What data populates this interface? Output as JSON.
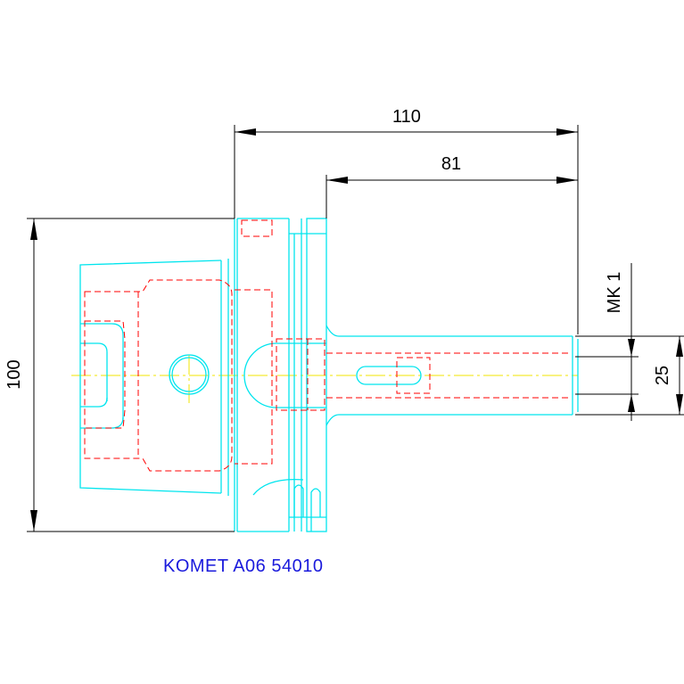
{
  "caption": "KOMET A06 54010",
  "dimensions": {
    "overall_length": "110",
    "shank_length": "81",
    "height": "100",
    "taper": "MK 1",
    "shank_diameter": "25"
  },
  "colors": {
    "outline": "#00e5ee",
    "hidden_lines": "#ff0000",
    "center_lines": "#f2e600",
    "dimensions": "#000000",
    "caption": "#1a1adc"
  }
}
